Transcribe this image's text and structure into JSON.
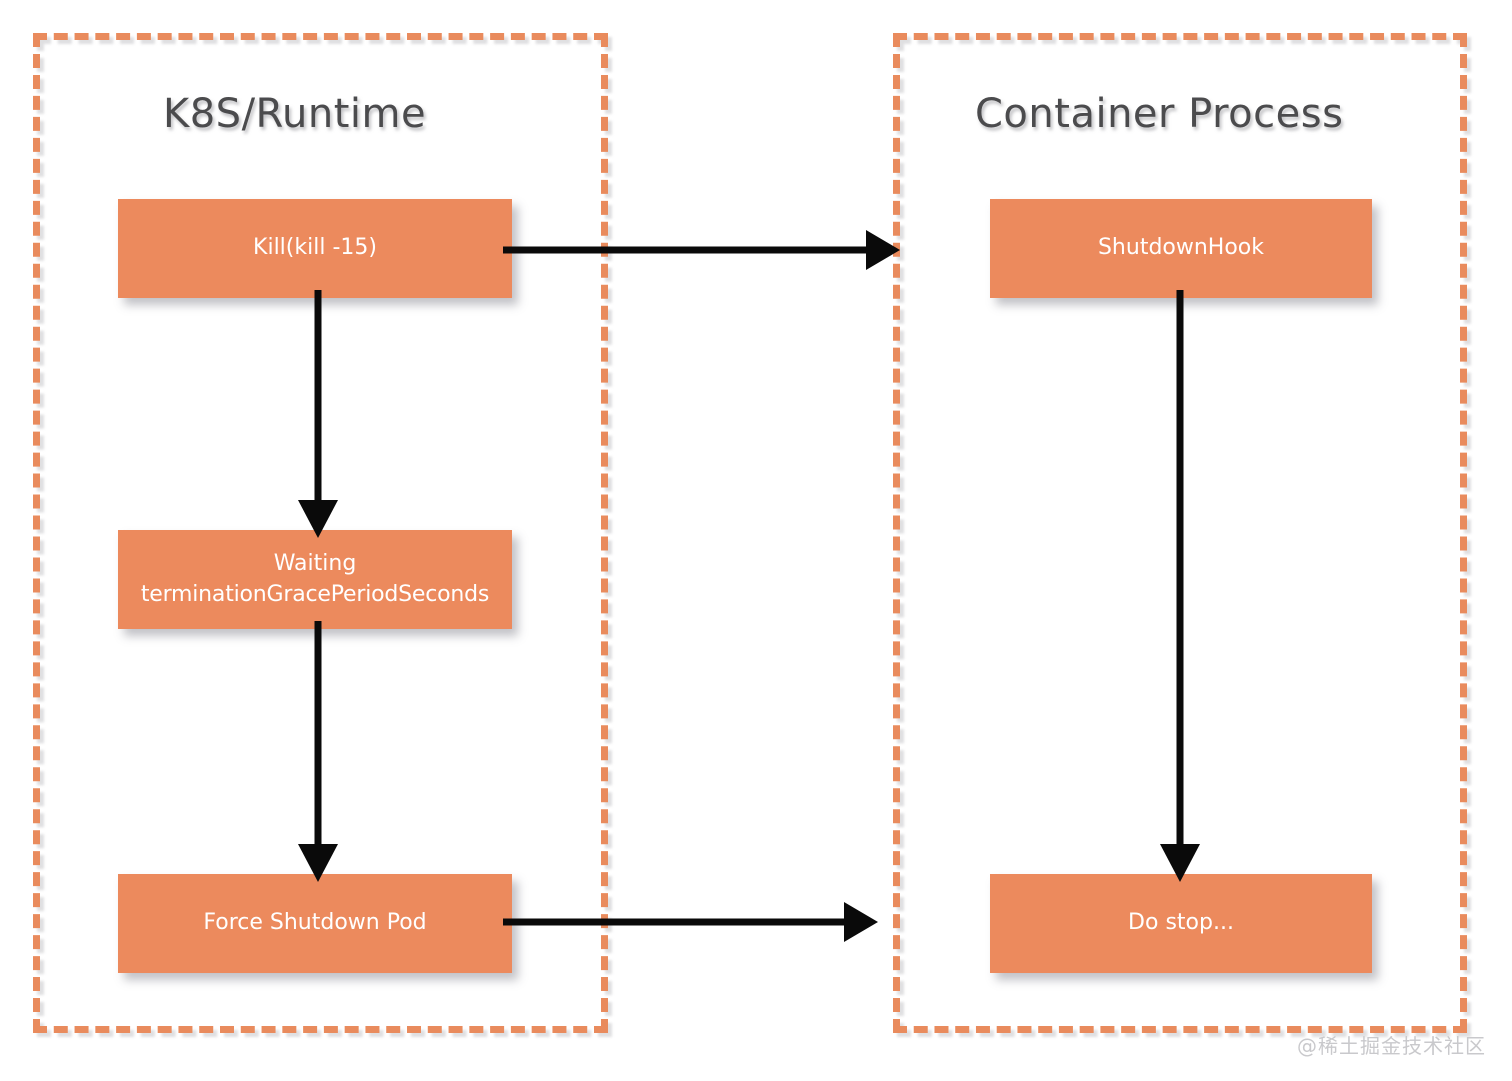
{
  "diagram": {
    "title": "Kubernetes Pod graceful shutdown flow",
    "background_color": "#ffffff",
    "node_fill_color": "#EC8A5D",
    "lane_border_color": "#E98B5D",
    "title_color": "#4b4b4d",
    "arrow_color": "#0a0a0a"
  },
  "lanes": [
    {
      "id": "k8s-runtime",
      "label": "K8S/Runtime"
    },
    {
      "id": "container-process",
      "label": "Container Process"
    }
  ],
  "nodes": {
    "kill": {
      "label": "Kill(kill -15)",
      "lane": "k8s-runtime"
    },
    "waiting": {
      "label_line1": "Waiting",
      "label_line2": "terminationGracePeriodSeconds",
      "lane": "k8s-runtime"
    },
    "force_shutdown": {
      "label": "Force Shutdown Pod",
      "lane": "k8s-runtime"
    },
    "shutdown_hook": {
      "label": "ShutdownHook",
      "lane": "container-process"
    },
    "do_stop": {
      "label": "Do stop...",
      "lane": "container-process"
    }
  },
  "edges": [
    {
      "id": "kill-to-hook",
      "from": "kill",
      "to": "shutdown_hook",
      "direction": "right",
      "label": ""
    },
    {
      "id": "kill-to-waiting",
      "from": "kill",
      "to": "waiting",
      "direction": "down",
      "label": ""
    },
    {
      "id": "waiting-to-force",
      "from": "waiting",
      "to": "force_shutdown",
      "direction": "down",
      "label": ""
    },
    {
      "id": "force-to-dostop",
      "from": "force_shutdown",
      "to": "do_stop",
      "direction": "right",
      "label": ""
    },
    {
      "id": "hook-to-dostop",
      "from": "shutdown_hook",
      "to": "do_stop",
      "direction": "down",
      "label": ""
    }
  ],
  "watermark": {
    "text": "@稀土掘金技术社区"
  }
}
